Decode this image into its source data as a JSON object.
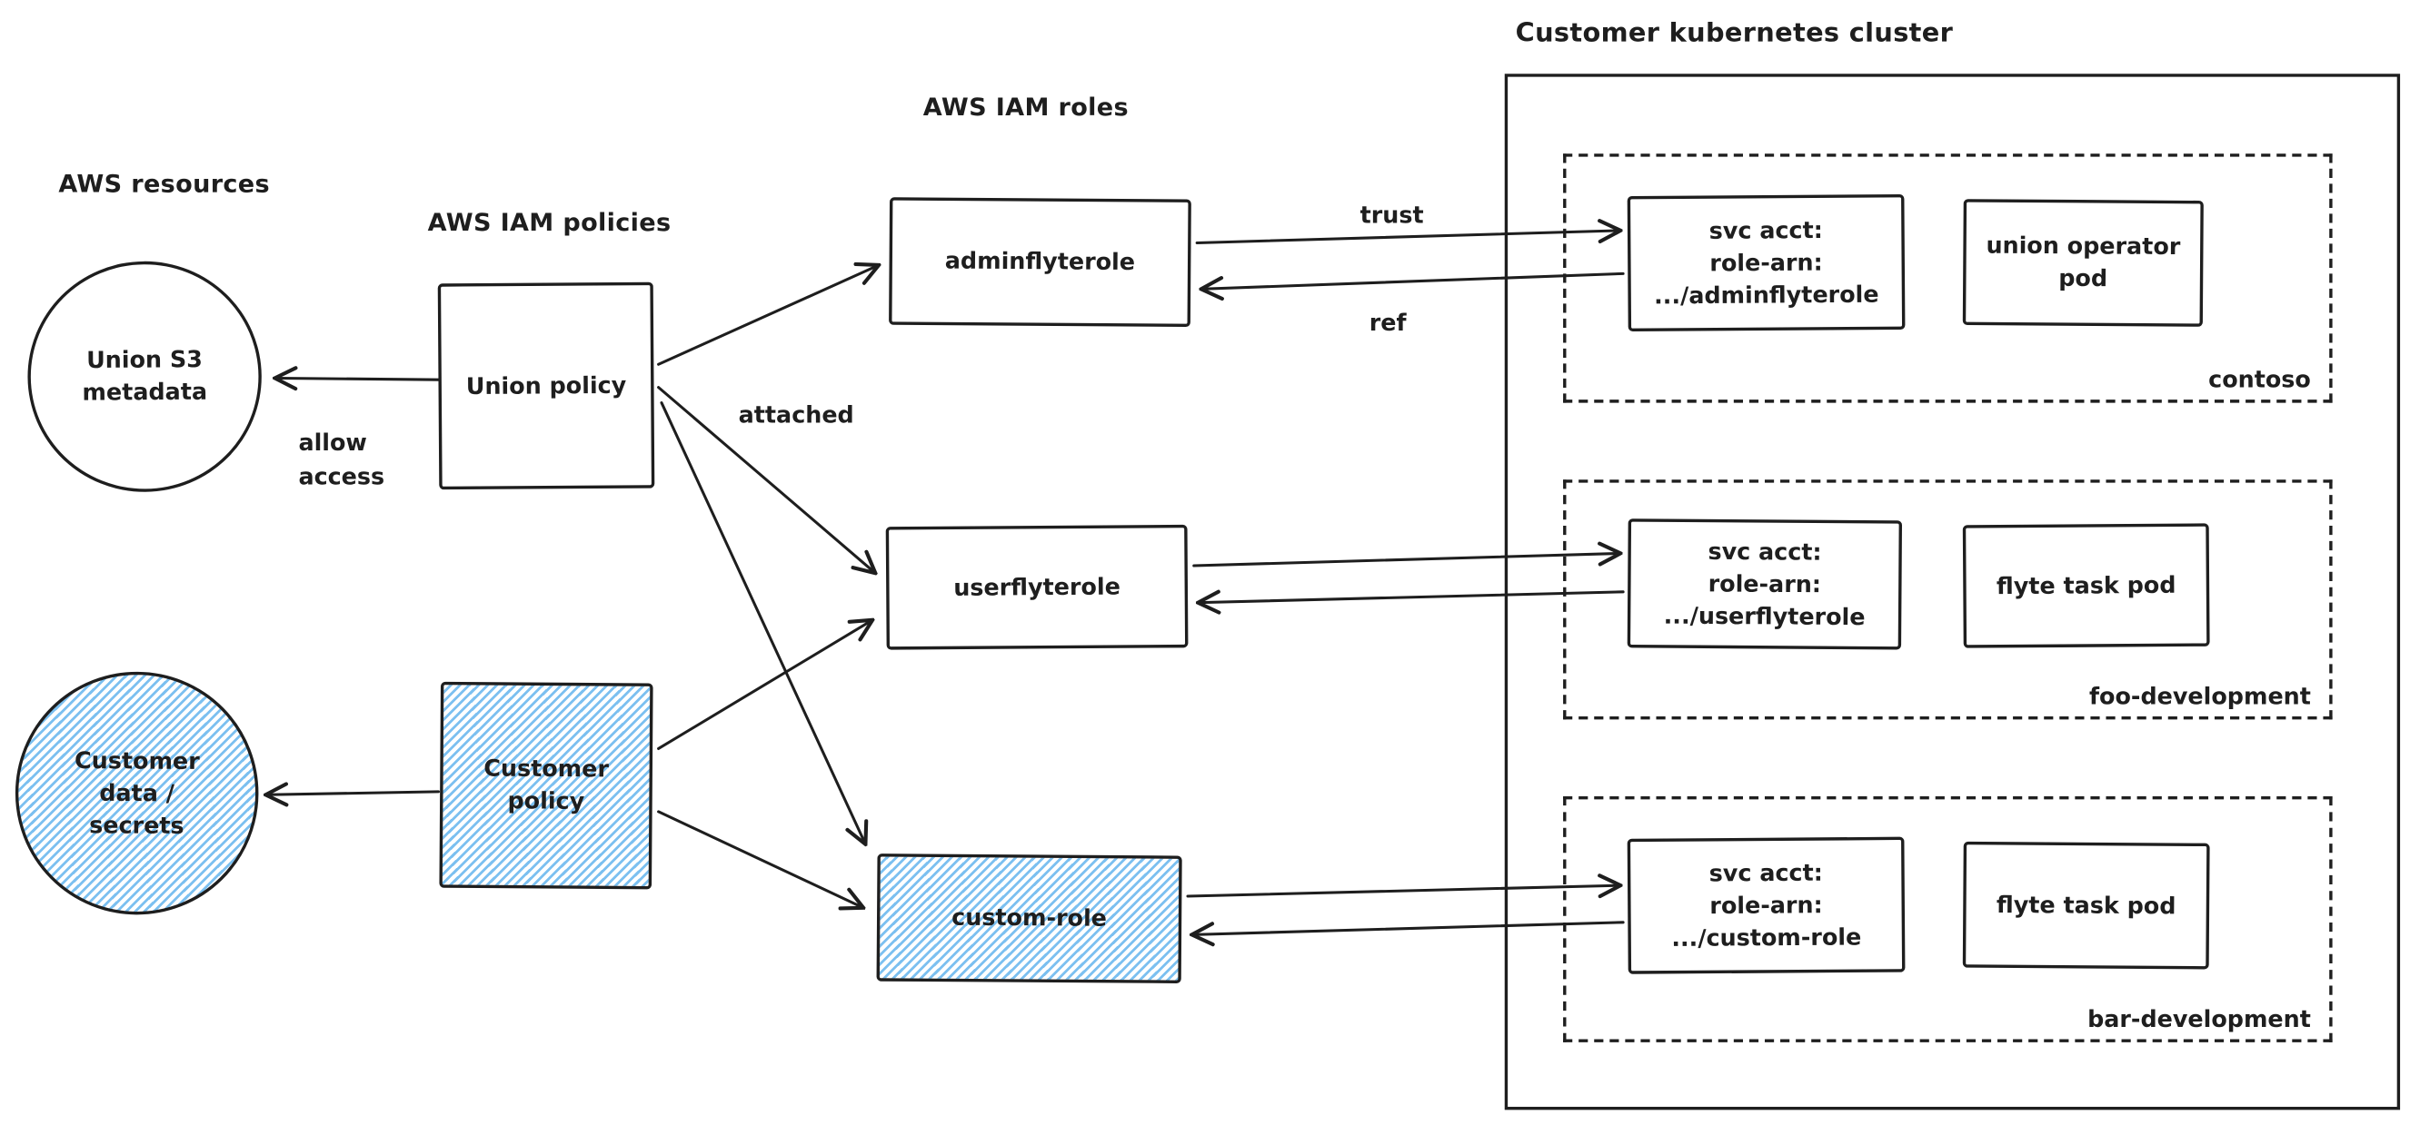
{
  "headers": {
    "aws_resources": "AWS resources",
    "aws_iam_policies": "AWS IAM policies",
    "aws_iam_roles": "AWS IAM roles",
    "cluster": "Customer kubernetes cluster"
  },
  "edge_labels": {
    "allow_access": "allow\naccess",
    "attached": "attached",
    "trust": "trust",
    "ref": "ref"
  },
  "resources": {
    "union_s3": "Union S3\nmetadata",
    "customer_data": "Customer\ndata /\nsecrets"
  },
  "policies": {
    "union": "Union policy",
    "customer": "Customer\npolicy"
  },
  "roles": {
    "admin": "adminflyterole",
    "user": "userflyterole",
    "custom": "custom-role"
  },
  "namespaces": [
    {
      "name": "contoso",
      "service_account": "svc acct:\nrole-arn:\n.../adminflyterole",
      "pod": "union operator\npod"
    },
    {
      "name": "foo-development",
      "service_account": "svc acct:\nrole-arn:\n.../userflyterole",
      "pod": "flyte task pod"
    },
    {
      "name": "bar-development",
      "service_account": "svc acct:\nrole-arn:\n.../custom-role",
      "pod": "flyte task pod"
    }
  ],
  "colors": {
    "ink": "#1e1e1e",
    "hatch_blue": "#7cc0f0",
    "hatch_bg": "#ffffff"
  }
}
